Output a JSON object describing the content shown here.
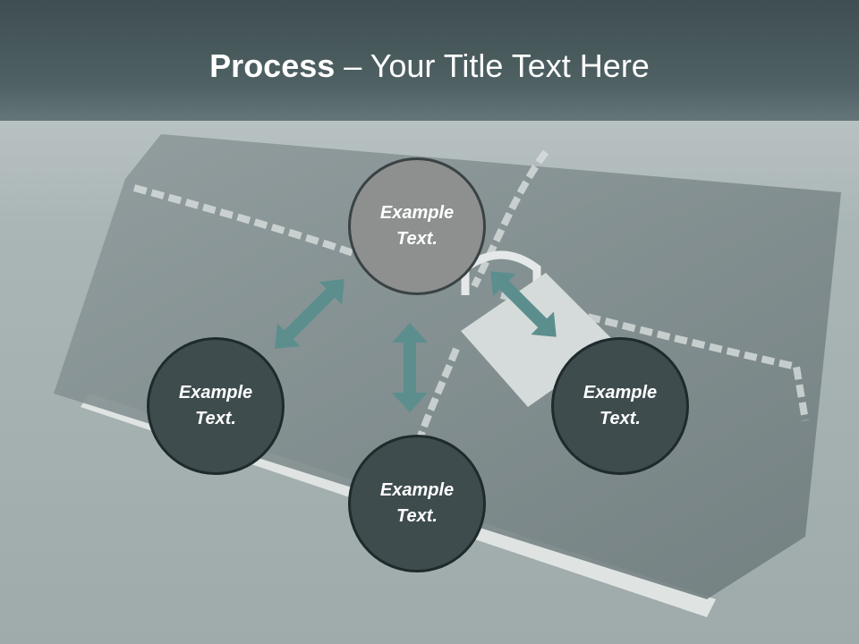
{
  "title": {
    "bold": "Process",
    "rest": " – Your Title Text Here"
  },
  "nodes": [
    {
      "line1": "Example",
      "line2": "Text."
    },
    {
      "line1": "Example",
      "line2": "Text."
    },
    {
      "line1": "Example",
      "line2": "Text."
    },
    {
      "line1": "Example",
      "line2": "Text."
    }
  ],
  "colors": {
    "title_bar": "#4a5b5d",
    "node_dark": "#3e4c4e",
    "node_top": "#8e9090",
    "arrow": "#5c8e8e"
  }
}
